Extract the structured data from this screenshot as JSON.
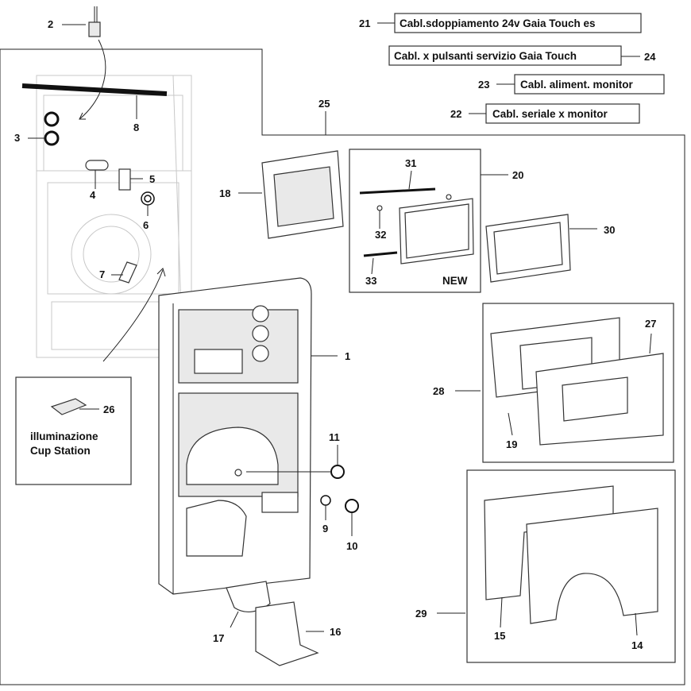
{
  "labels": {
    "n1": "1",
    "n2": "2",
    "n3": "3",
    "n4": "4",
    "n5": "5",
    "n6": "6",
    "n7": "7",
    "n8": "8",
    "n9": "9",
    "n10": "10",
    "n11": "11",
    "n14": "14",
    "n15": "15",
    "n16": "16",
    "n17": "17",
    "n18": "18",
    "n19": "19",
    "n20": "20",
    "n21": "21",
    "n22": "22",
    "n23": "23",
    "n24": "24",
    "n25": "25",
    "n26": "26",
    "n27": "27",
    "n28": "28",
    "n29": "29",
    "n30": "30",
    "n31": "31",
    "n32": "32",
    "n33": "33"
  },
  "cables": {
    "c21": "Cabl.sdoppiamento 24v Gaia Touch es",
    "c24": "Cabl. x pulsanti servizio Gaia Touch",
    "c23": "Cabl. aliment. monitor",
    "c22": "Cabl. seriale x monitor"
  },
  "texts": {
    "new_badge": "NEW",
    "cup_line1": "illuminazione",
    "cup_line2": "Cup Station"
  }
}
